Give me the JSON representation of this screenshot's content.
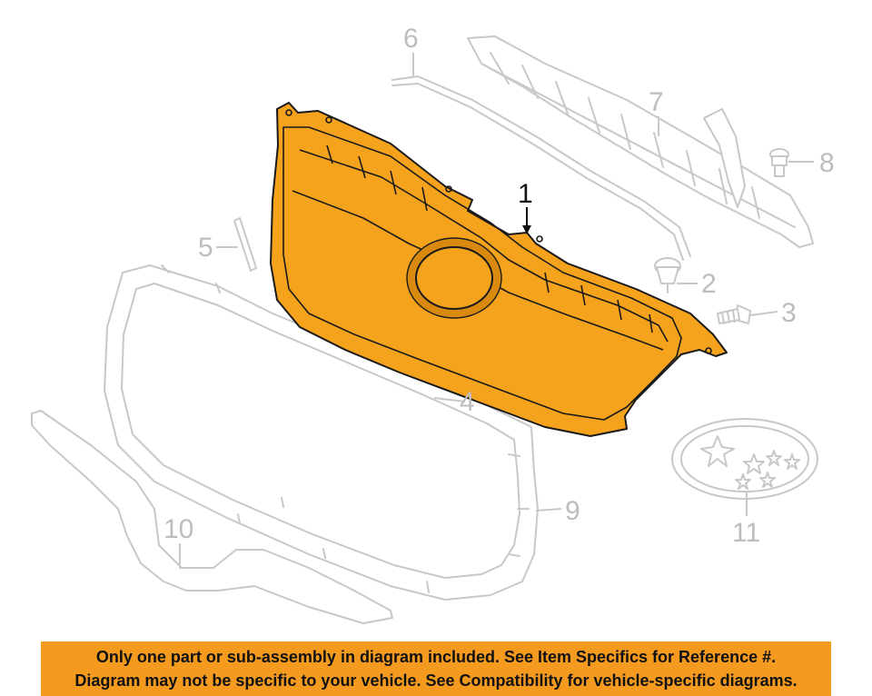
{
  "callouts": {
    "c1": "1",
    "c2": "2",
    "c3": "3",
    "c4": "4",
    "c5": "5",
    "c6": "6",
    "c7": "7",
    "c8": "8",
    "c9": "9",
    "c10": "10",
    "c11": "11"
  },
  "banner": {
    "line1": "Only one part or sub-assembly in diagram included. See Item Specifics for Reference #.",
    "line2": "Diagram may not be specific to your vehicle. See Compatibility for vehicle-specific diagrams."
  },
  "colors": {
    "highlight": "#f5a31c",
    "banner": "#f39a1f",
    "ghost_lines": "#c8c8c8"
  }
}
